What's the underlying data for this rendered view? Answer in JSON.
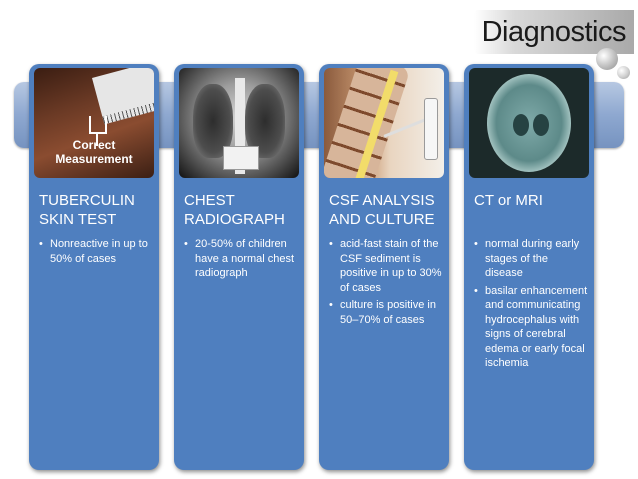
{
  "title": "Diagnostics",
  "photo_caption": "Correct Measurement",
  "colors": {
    "card": "#4f7fbf",
    "band": "#8ea8d0",
    "title_bg": "#a9a9a9"
  },
  "cards": [
    {
      "title": "TUBERCULIN SKIN TEST",
      "bullets": [
        "Nonreactive in up to 50% of cases"
      ]
    },
    {
      "title": "CHEST RADIOGRAPH",
      "bullets": [
        "20-50% of children have a normal chest radiograph"
      ]
    },
    {
      "title": "CSF ANALYSIS AND CULTURE",
      "bullets": [
        "acid-fast stain of the CSF sediment is positive in up to 30% of cases",
        "culture is positive in 50–70% of cases"
      ]
    },
    {
      "title": "CT or MRI",
      "bullets": [
        "normal during early stages of the disease",
        "basilar enhancement and communicating hydrocephalus with signs of cerebral edema or early focal ischemia"
      ]
    }
  ]
}
